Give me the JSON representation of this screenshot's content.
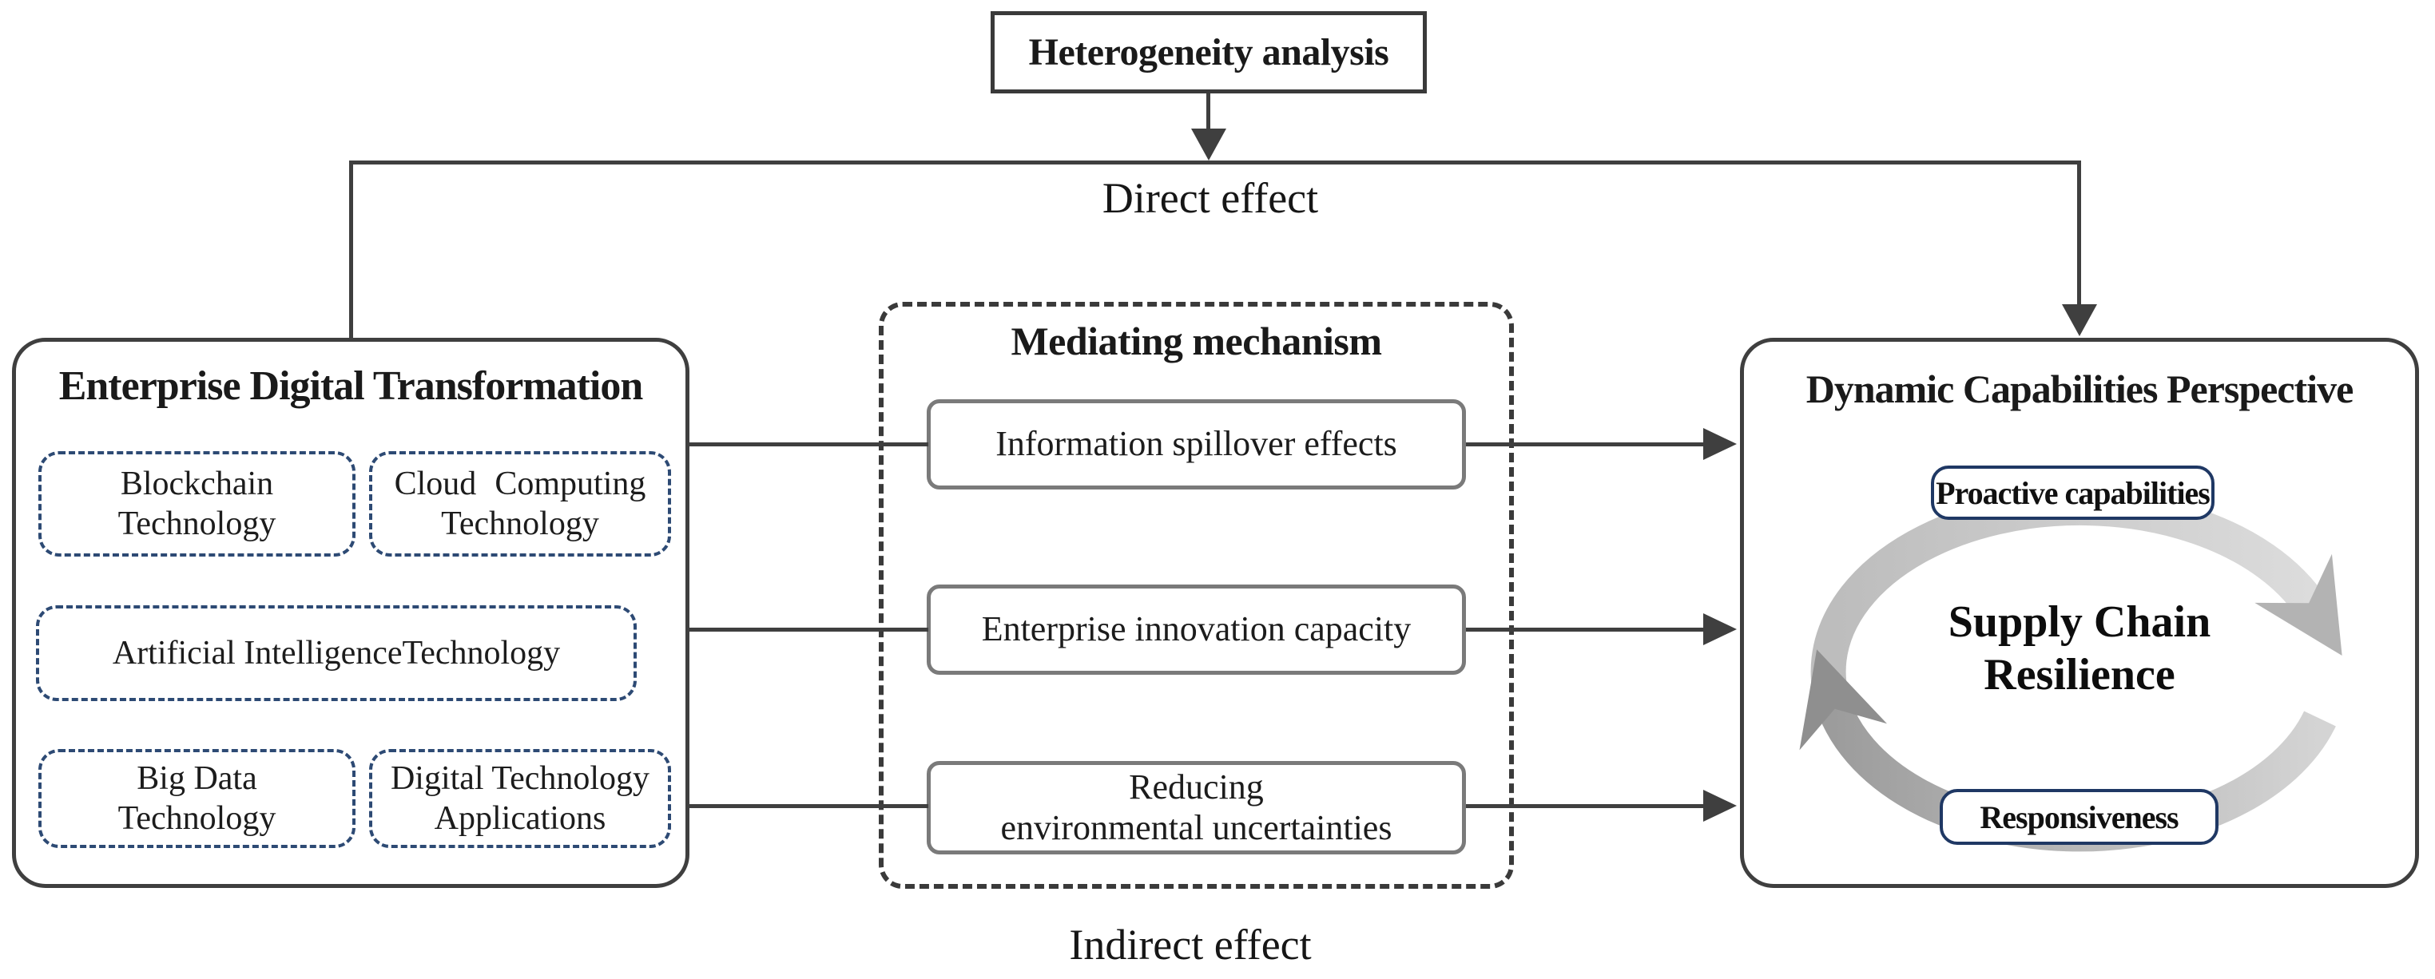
{
  "figure": {
    "type": "research-framework-diagram",
    "heterogeneity": {
      "label": "Heterogeneity analysis"
    },
    "effects": {
      "direct": "Direct effect",
      "indirect": "Indirect effect"
    },
    "enterprise_digital_transformation": {
      "title": "Enterprise Digital Transformation",
      "items": [
        {
          "lines": [
            "Blockchain",
            "Technology"
          ]
        },
        {
          "lines": [
            "Cloud Computing",
            "Technology"
          ]
        },
        {
          "lines": [
            "Artificial IntelligenceTechnology"
          ]
        },
        {
          "lines": [
            "Big Data",
            "Technology"
          ]
        },
        {
          "lines": [
            "Digital Technology",
            "Applications"
          ]
        }
      ]
    },
    "mediating_mechanism": {
      "title": "Mediating mechanism",
      "mechanisms": [
        {
          "lines": [
            "Information spillover effects",
            ""
          ]
        },
        {
          "lines": [
            "Enterprise innovation capacity",
            ""
          ]
        },
        {
          "lines": [
            "Reducing",
            "environmental uncertainties"
          ]
        }
      ]
    },
    "dynamic_capabilities": {
      "title": "Dynamic Capabilities Perspective",
      "proactive": "Proactive capabilities",
      "core_lines": [
        "Supply Chain",
        "Resilience"
      ],
      "responsiveness": "Responsiveness"
    },
    "colors": {
      "line": "#3f3f3f",
      "outer_box_border": "#3f3f3f",
      "mediator_box_border": "#7a7a7a",
      "dashed_navy_border": "#2d4a74",
      "solid_navy_border": "#1f3864",
      "cycle_arc_light": "#d6d6d6",
      "cycle_arc_dark": "#9a9a9a",
      "text": "#1a1a1a",
      "background": "#ffffff"
    }
  }
}
